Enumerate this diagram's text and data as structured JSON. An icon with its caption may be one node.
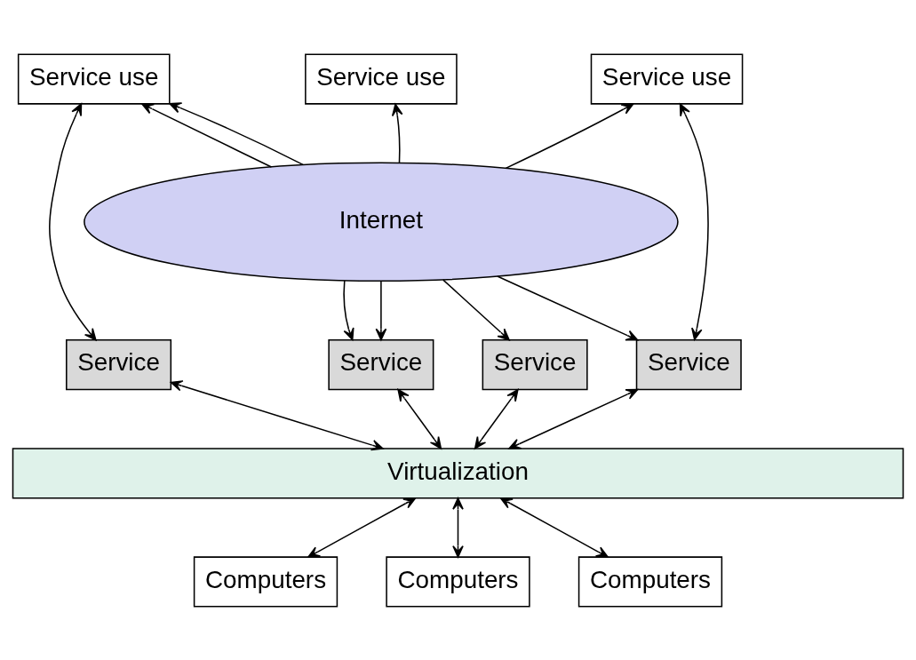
{
  "diagram": {
    "nodes": [
      {
        "text": [
          "Service use"
        ]
      },
      {
        "text": [
          "Service use"
        ]
      },
      {
        "text": [
          "Service use"
        ]
      },
      {
        "text": [
          "Internet"
        ]
      },
      {
        "text": [
          "Service"
        ]
      },
      {
        "text": [
          "Service"
        ]
      },
      {
        "text": [
          "Service"
        ]
      },
      {
        "text": [
          "Service"
        ]
      },
      {
        "text": [
          "Virtualization"
        ]
      },
      {
        "text": [
          "Computers"
        ]
      },
      {
        "text": [
          "Computers"
        ]
      },
      {
        "text": [
          "Computers"
        ]
      }
    ],
    "edges": [
      {
        "from": 0,
        "to": 4,
        "arrow": "both"
      },
      {
        "from": 3,
        "to": 0,
        "arrow": "to"
      },
      {
        "from": 3,
        "to": 0,
        "arrow": "to"
      },
      {
        "from": 3,
        "to": 1,
        "arrow": "to"
      },
      {
        "from": 3,
        "to": 2,
        "arrow": "to"
      },
      {
        "from": 2,
        "to": 7,
        "arrow": "both"
      },
      {
        "from": 3,
        "to": 5,
        "arrow": "to"
      },
      {
        "from": 3,
        "to": 5,
        "arrow": "to"
      },
      {
        "from": 3,
        "to": 6,
        "arrow": "to"
      },
      {
        "from": 3,
        "to": 7,
        "arrow": "to"
      },
      {
        "from": 4,
        "to": 8,
        "arrow": "both"
      },
      {
        "from": 5,
        "to": 8,
        "arrow": "both"
      },
      {
        "from": 6,
        "to": 8,
        "arrow": "both"
      },
      {
        "from": 7,
        "to": 8,
        "arrow": "both"
      },
      {
        "from": 8,
        "to": 9,
        "arrow": "both"
      },
      {
        "from": 8,
        "to": 10,
        "arrow": "both"
      },
      {
        "from": 8,
        "to": 11,
        "arrow": "both"
      }
    ]
  }
}
